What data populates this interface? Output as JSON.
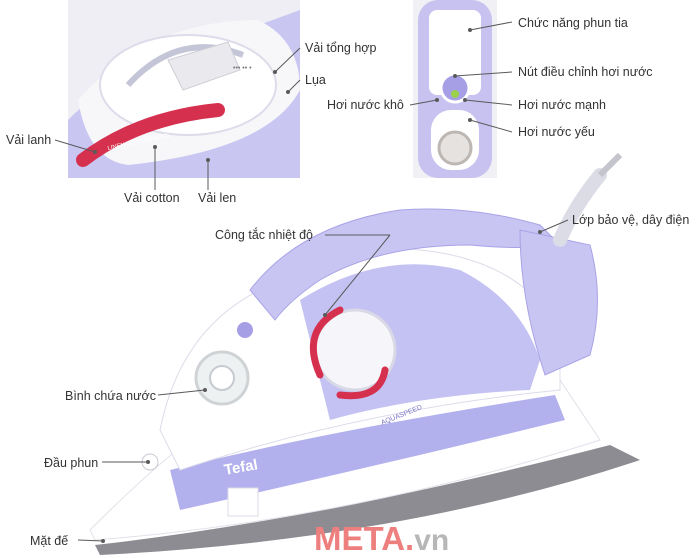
{
  "labels": {
    "vai_lanh": "Vải lanh",
    "vai_cotton": "Vải cotton",
    "vai_len": "Vải len",
    "vai_tong_hop": "Vải tổng hợp",
    "lua": "Lụa",
    "chuc_nang_phun_tia": "Chức năng phun tia",
    "nut_dieu_chinh_hoi_nuoc": "Nút điều chỉnh hơi nước",
    "hoi_nuoc_kho": "Hơi nước khô",
    "hoi_nuoc_manh": "Hơi nước mạnh",
    "hoi_nuoc_yeu": "Hơi nước yếu",
    "cong_tac_nhiet_do": "Công tắc nhiệt độ",
    "lop_bao_ve_day_dien": "Lớp bảo vệ, dây điện",
    "binh_chua_nuoc": "Bình chứa nước",
    "dau_phun": "Đầu phun",
    "mat_de": "Mặt đế"
  },
  "product": {
    "brand_mark": "Tefal",
    "model_text": "AQUASPEED"
  },
  "watermark": {
    "name": "META",
    "dot": ".",
    "tld": "vn"
  },
  "colors": {
    "lavender": "#b9b4ee",
    "violet": "#9b93e0",
    "pink_red": "#d6304f",
    "watermark_red": "#ee7f7f"
  }
}
